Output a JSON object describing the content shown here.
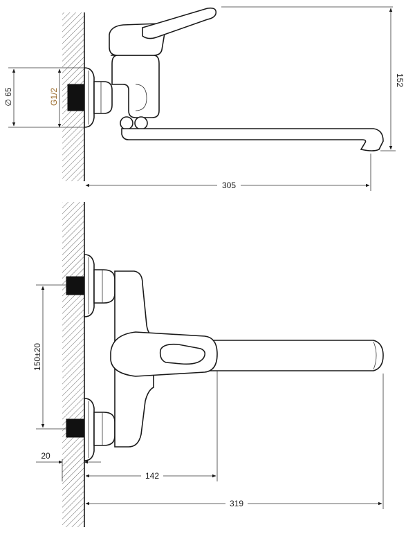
{
  "dimensions": {
    "diameter": "∅ 65",
    "thread": "G1/2",
    "height": "152",
    "spout_length_side": "305",
    "center_distance": "150±20",
    "wall_offset": "20",
    "inlet_to_spout": "142",
    "spout_length_top": "319"
  },
  "colors": {
    "line": "#1a1a1a",
    "thread_label": "#9a6a2a"
  }
}
